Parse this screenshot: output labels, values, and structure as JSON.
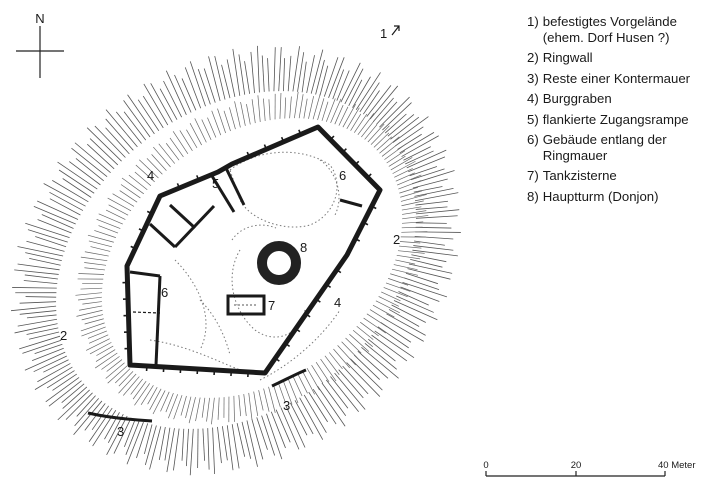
{
  "compass": {
    "north_label": "N",
    "icon": "compass-north-arrow"
  },
  "legend": [
    {
      "num": "1)",
      "text": "befestigtes Vorgelände (ehem. Dorf Husen ?)"
    },
    {
      "num": "2)",
      "text": "Ringwall"
    },
    {
      "num": "3)",
      "text": "Reste einer Kontermauer"
    },
    {
      "num": "4)",
      "text": "Burggraben"
    },
    {
      "num": "5)",
      "text": "flankierte Zugangsrampe"
    },
    {
      "num": "6)",
      "text": "Gebäude entlang der Ringmauer"
    },
    {
      "num": "7)",
      "text": "Tankzisterne"
    },
    {
      "num": "8)",
      "text": "Hauptturm (Donjon)"
    }
  ],
  "plan_labels": {
    "label_1": "1",
    "label_2_right": "2",
    "label_2_left": "2",
    "label_3_lower": "3",
    "label_3_right": "3",
    "label_4_left": "4",
    "label_4_right": "4",
    "label_5": "5",
    "label_6_right": "6",
    "label_6_left": "6",
    "label_7": "7",
    "label_8": "8"
  },
  "scale_bar": {
    "tick_0": "0",
    "tick_20": "20",
    "tick_40": "40 Meter"
  }
}
